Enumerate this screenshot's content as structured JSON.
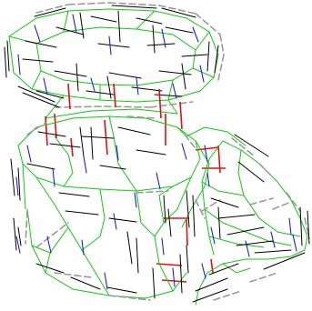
{
  "title": "",
  "figure": {
    "subject": "wireframe-network",
    "components": [
      "top-octagonal-ring",
      "lower-octagonal-ring",
      "right-cone-structure"
    ],
    "colors": {
      "background": "#ffffff",
      "black": "#000000",
      "blue": "#1f1fd6",
      "green": "#12c812",
      "red": "#e01010",
      "gray": "#9a9a9a"
    }
  }
}
